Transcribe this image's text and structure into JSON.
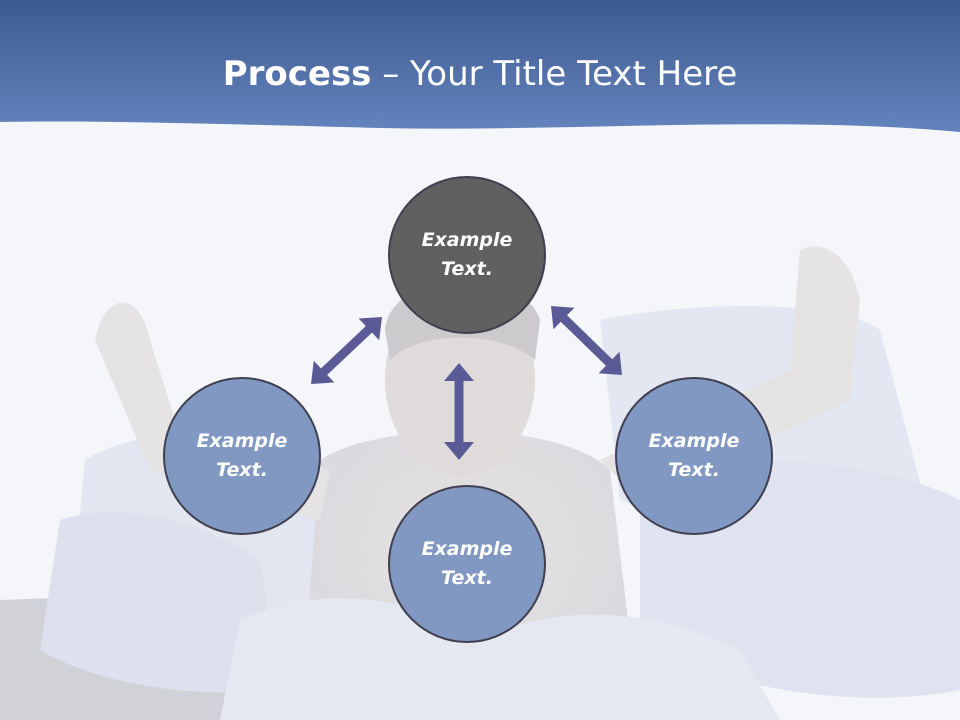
{
  "title": {
    "bold": "Process",
    "rest": " – Your Title Text Here"
  },
  "colors": {
    "header": "#4f6da3",
    "node_top_fill": "#606060",
    "node_fill": "#8199c2",
    "node_border": "#3f3f4f",
    "arrow": "#5a5b96",
    "text": "#ffffff"
  },
  "nodes": {
    "top": {
      "text": "Example Text."
    },
    "left": {
      "text": "Example Text."
    },
    "right": {
      "text": "Example Text."
    },
    "bottom": {
      "text": "Example Text."
    }
  }
}
